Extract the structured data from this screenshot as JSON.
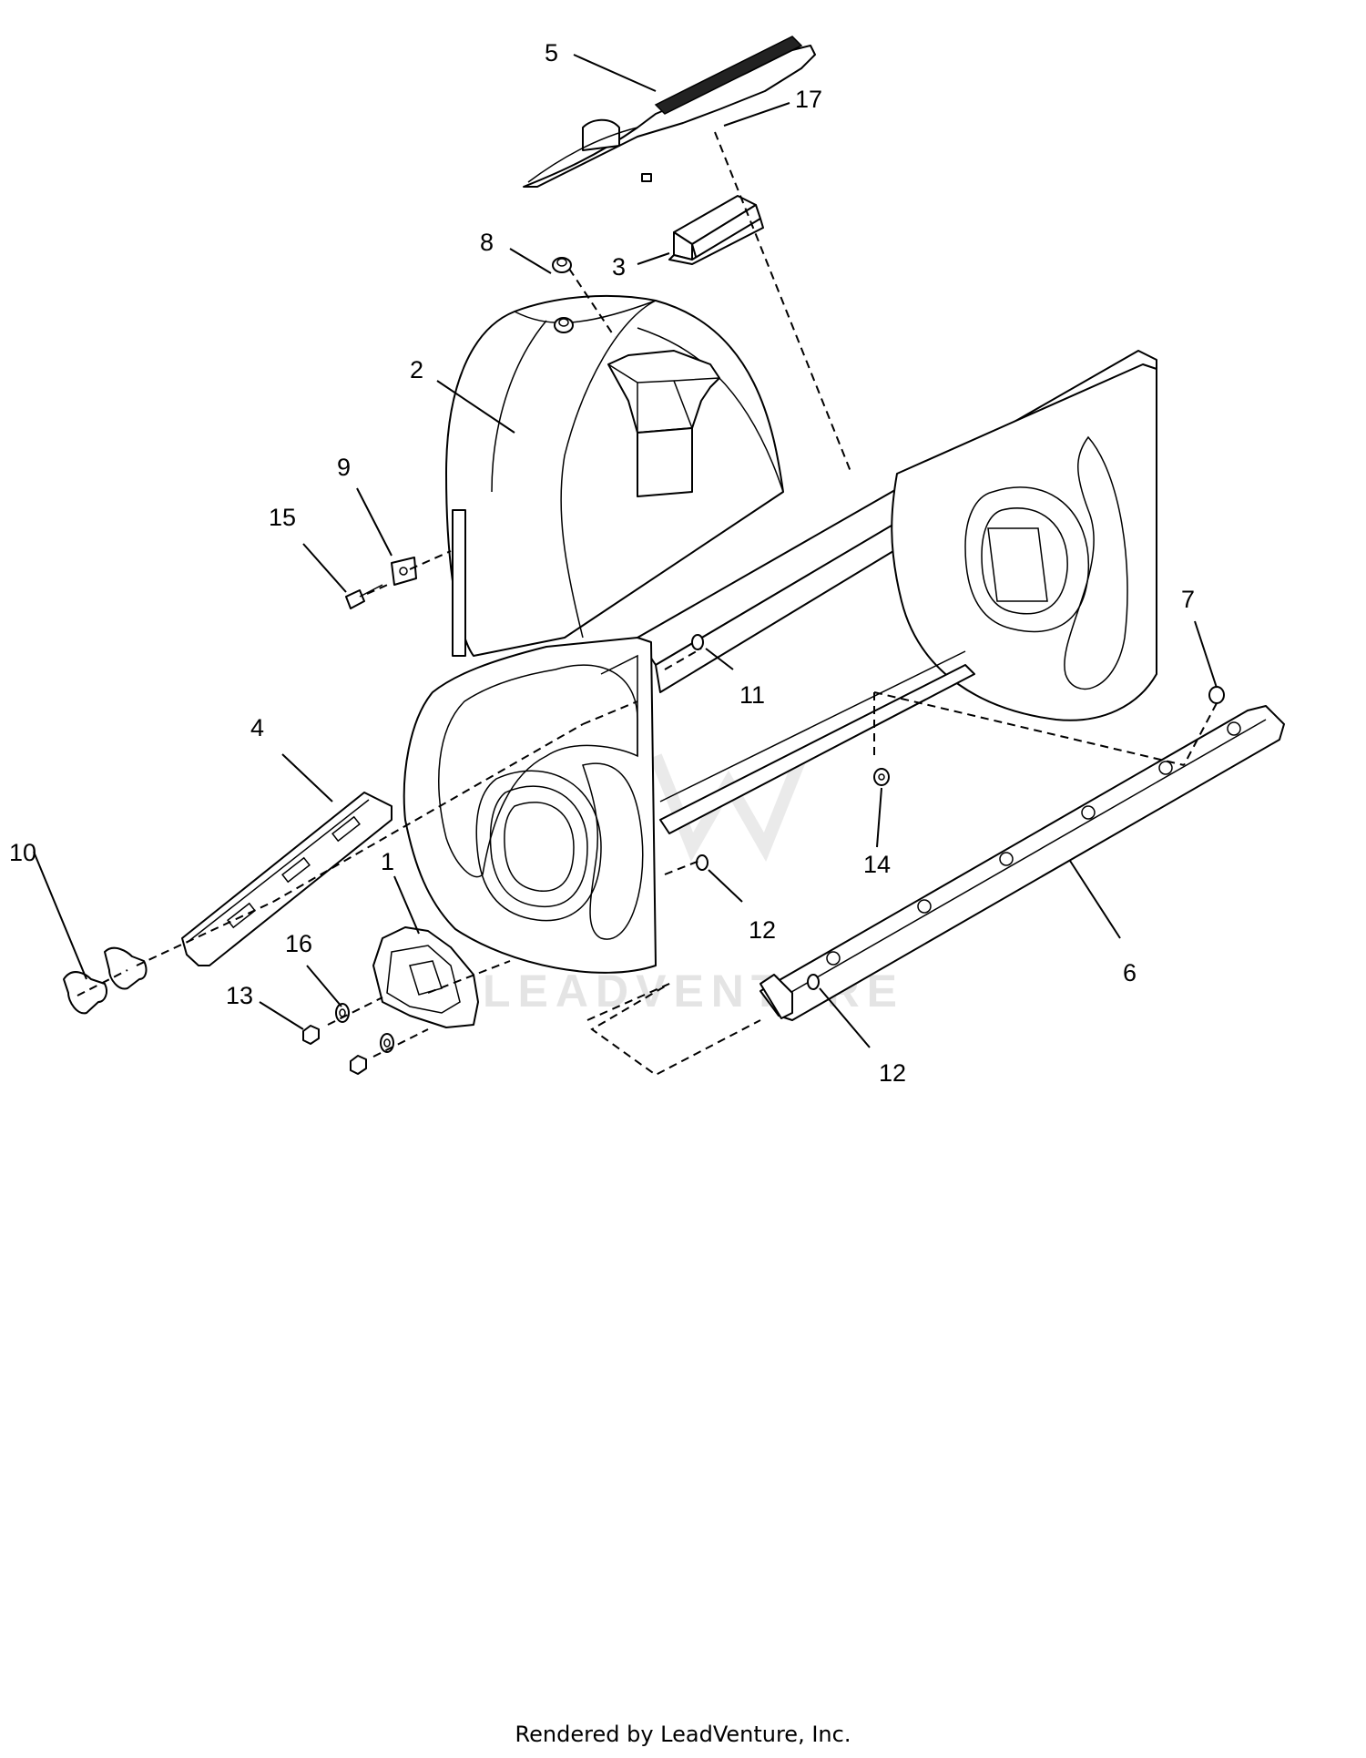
{
  "diagram": {
    "callouts": [
      {
        "id": "1",
        "label": "1"
      },
      {
        "id": "2",
        "label": "2"
      },
      {
        "id": "3",
        "label": "3"
      },
      {
        "id": "4",
        "label": "4"
      },
      {
        "id": "5",
        "label": "5"
      },
      {
        "id": "6",
        "label": "6"
      },
      {
        "id": "7",
        "label": "7"
      },
      {
        "id": "8",
        "label": "8"
      },
      {
        "id": "9",
        "label": "9"
      },
      {
        "id": "10",
        "label": "10"
      },
      {
        "id": "11",
        "label": "11"
      },
      {
        "id": "12a",
        "label": "12"
      },
      {
        "id": "12b",
        "label": "12"
      },
      {
        "id": "13",
        "label": "13"
      },
      {
        "id": "14",
        "label": "14"
      },
      {
        "id": "15",
        "label": "15"
      },
      {
        "id": "16",
        "label": "16"
      },
      {
        "id": "17",
        "label": "17"
      }
    ],
    "watermark": "LEADVENTURE"
  },
  "footer": {
    "text": "Rendered by LeadVenture, Inc."
  },
  "colors": {
    "line": "#000000",
    "background": "#ffffff",
    "watermark": "#cfcfcf"
  }
}
